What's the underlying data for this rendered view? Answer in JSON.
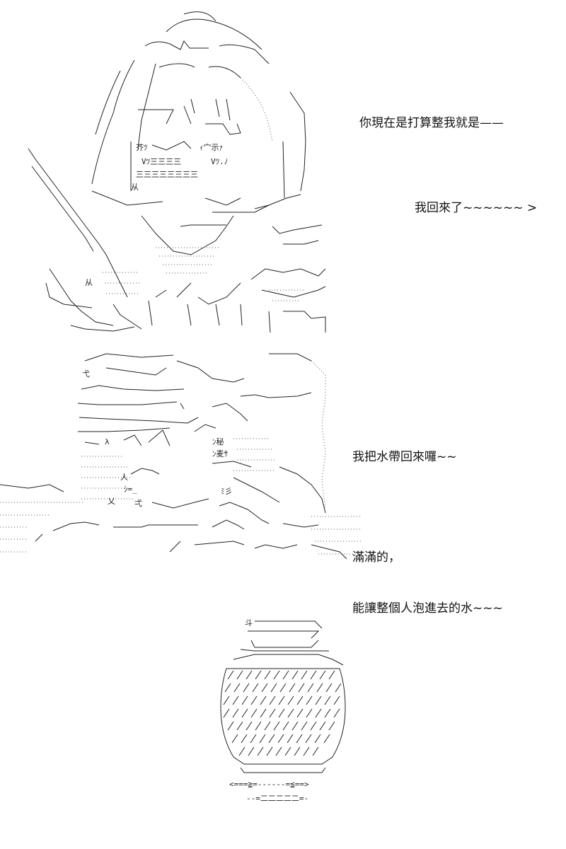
{
  "panels": [
    {
      "id": "panel-1",
      "art_text": [
        "芥ﾂ",
        "ｨ宀示ｧ",
        "Vﾂ三三三三",
        "Vﾂ.ﾉ",
        "三三三三三三三三",
        "从",
        "从"
      ],
      "dialogue": [
        {
          "text": "你現在是打算整我就是——"
        },
        {
          "text": "我回來了~~~~~~ >"
        }
      ]
    },
    {
      "id": "panel-2",
      "art_text": [
        "弋",
        "λ",
        "人",
        "ﾝ秘",
        "ｼ=_",
        "ﾝ麦ｻ",
        "ﾐ彡",
        "乂",
        "弌"
      ],
      "dialogue": [
        {
          "text": "我把水帶回來囉~~"
        },
        {
          "text": "滿滿的，"
        },
        {
          "text": "能讓整個人泡進去的水~~~"
        }
      ]
    },
    {
      "id": "panel-3",
      "art_text": [
        "斗",
        "<===≧=------=≦==>",
        "--=二二二二二=-"
      ],
      "dialogue": []
    }
  ]
}
